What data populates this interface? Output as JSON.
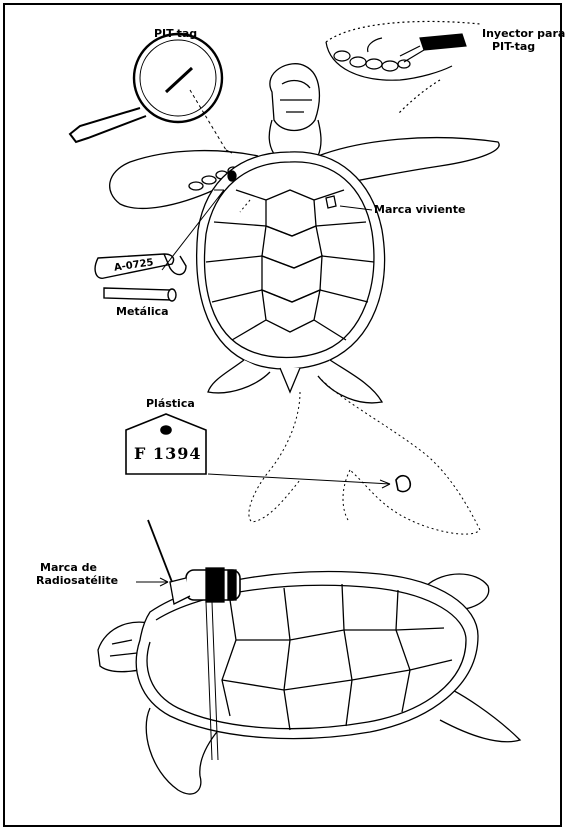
{
  "labels": {
    "pit_tag": "PIT-tag",
    "injector_line1": "Inyector para",
    "injector_line2": "PIT-tag",
    "living_mark": "Marca viviente",
    "metal": "Metálica",
    "metal_code": "A-0725",
    "plastic": "Plástica",
    "plastic_code": "F 1394",
    "radio_line1": "Marca de",
    "radio_line2": "Radiosatélite"
  }
}
